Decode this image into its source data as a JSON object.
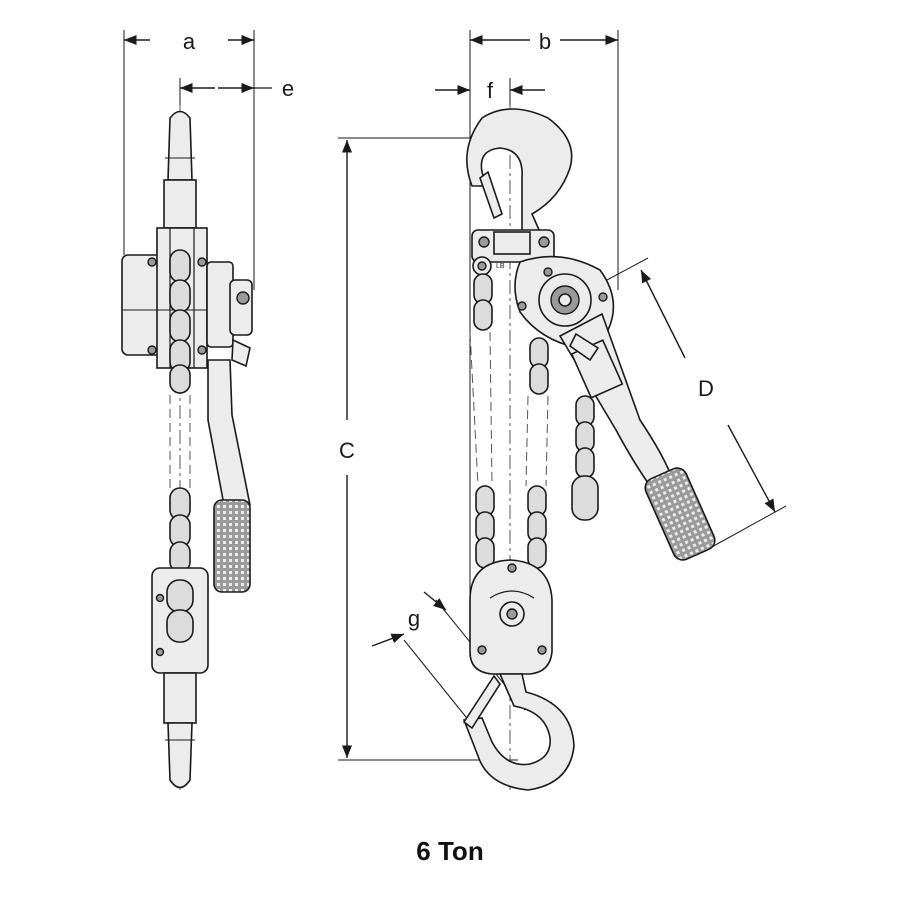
{
  "dimension_labels": {
    "a": "a",
    "e": "e",
    "b": "b",
    "f": "f",
    "C": "C",
    "D": "D",
    "g": "g"
  },
  "caption": "6 Ton",
  "colors": {
    "line": "#1a1a1a",
    "fill_light": "#ececec",
    "fill_dark": "#9a9a9a",
    "background": "#ffffff"
  }
}
